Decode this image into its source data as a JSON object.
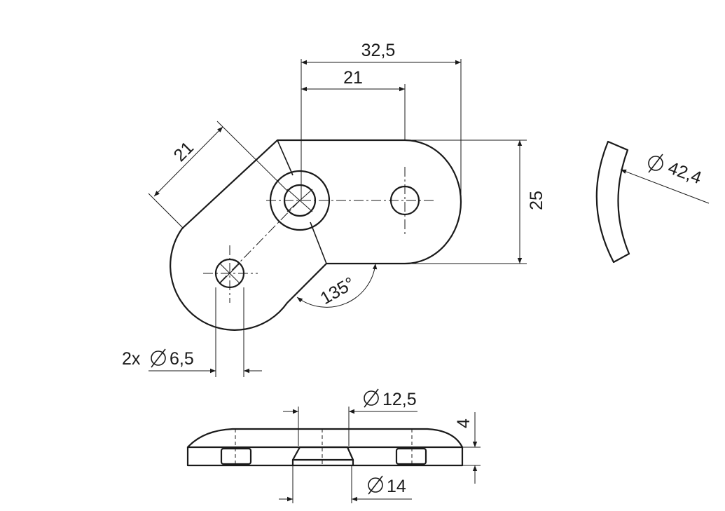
{
  "dimensions": {
    "top_overall": "32,5",
    "top_spacing": "21",
    "slanted_spacing": "21",
    "height": "25",
    "angle": "135°",
    "hole_prefix": "2x",
    "hole_value": "6,5",
    "arc_value": "42,4",
    "counterbore_value": "12,5",
    "bottom_value": "14",
    "thickness": "4"
  },
  "symbols": {
    "diameter": "diameter-icon"
  }
}
